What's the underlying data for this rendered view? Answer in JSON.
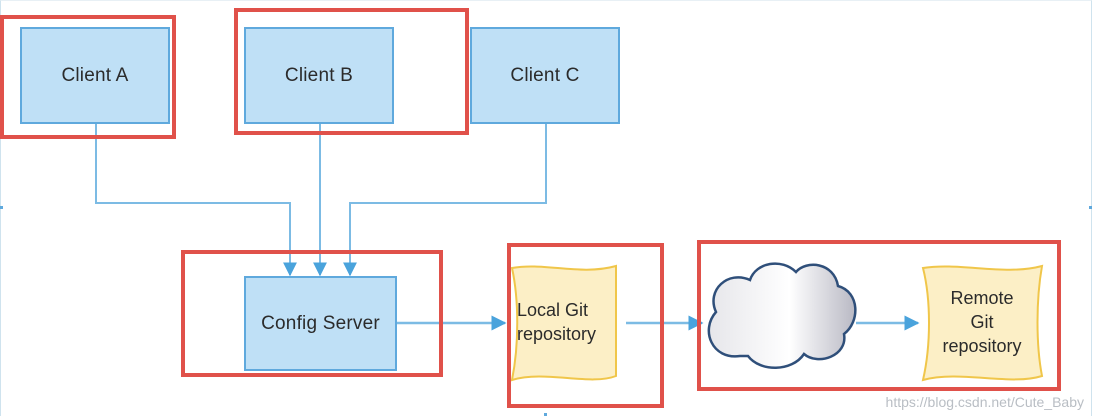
{
  "clients": [
    {
      "label": "Client A"
    },
    {
      "label": "Client B"
    },
    {
      "label": "Client C"
    }
  ],
  "config_server": {
    "label": "Config Server"
  },
  "local_git": {
    "line1": "Local Git",
    "line2": "repository"
  },
  "remote_git": {
    "line1": "Remote",
    "line2": "Git",
    "line3": "repository"
  },
  "watermark": "https://blog.csdn.net/Cute_Baby",
  "colors": {
    "box_fill": "#bfe0f6",
    "box_border": "#5fa9dd",
    "connector": "#5fa9dd",
    "highlight_red": "#e0514a",
    "document_fill": "#fcefc6",
    "document_border": "#f0c64a"
  },
  "icons": {
    "cloud": "cloud-icon",
    "local_repo": "document-icon",
    "remote_repo": "document-icon"
  }
}
